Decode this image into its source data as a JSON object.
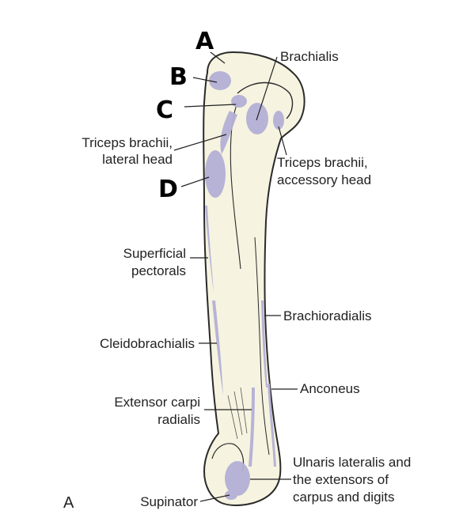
{
  "colors": {
    "bone": "#f6f3e0",
    "bone_outline": "#2a2a2a",
    "muscle_attachment": "#b4b0d6",
    "text": "#222222"
  },
  "panel_label": "A",
  "hand_letters": {
    "a": "A",
    "b": "B",
    "c": "C",
    "d": "D"
  },
  "labels": {
    "brachialis": "Brachialis",
    "triceps_lateral_1": "Triceps brachii,",
    "triceps_lateral_2": "lateral head",
    "triceps_accessory_1": "Triceps brachii,",
    "triceps_accessory_2": "accessory head",
    "superficial_pectorals_1": "Superficial",
    "superficial_pectorals_2": "pectorals",
    "brachioradialis": "Brachioradialis",
    "cleidobrachialis": "Cleidobrachialis",
    "anconeus": "Anconeus",
    "extensor_carpi_1": "Extensor carpi",
    "extensor_carpi_2": "radialis",
    "ulnaris_1": "Ulnaris lateralis and",
    "ulnaris_2": "the  extensors of",
    "ulnaris_3": "carpus and digits",
    "supinator": "Supinator"
  }
}
